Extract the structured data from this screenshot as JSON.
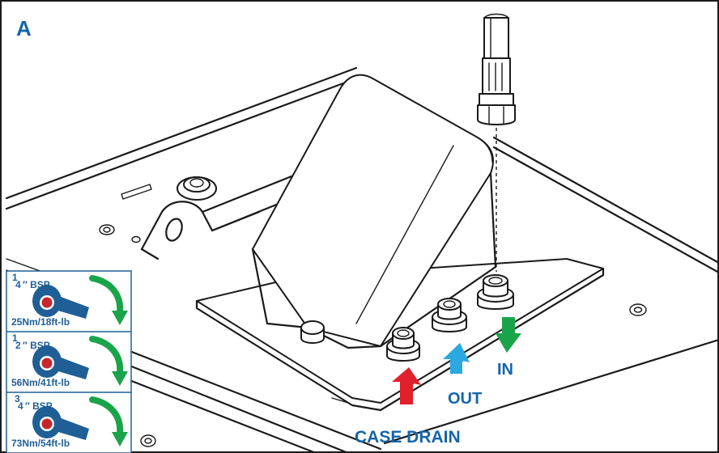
{
  "panel": {
    "letter": "A"
  },
  "ports": {
    "in_label": "IN",
    "out_label": "OUT",
    "case_drain_label": "CASE DRAIN"
  },
  "colors": {
    "label_blue": "#1565a8",
    "arrow_red": "#e0202a",
    "arrow_blue": "#2aa8e0",
    "arrow_green": "#1aa44a",
    "wrench_blue": "#1f5f95",
    "nut_red": "#c8242c"
  },
  "torque": [
    {
      "size_num": "1",
      "size_den": "4",
      "size_unit": "″ BSP",
      "value": "25Nm/18ft-lb"
    },
    {
      "size_num": "1",
      "size_den": "2",
      "size_unit": "″ BSP",
      "value": "56Nm/41ft-lb"
    },
    {
      "size_num": "3",
      "size_den": "4",
      "size_unit": "″ BSP",
      "value": "73Nm/54ft-lb"
    }
  ]
}
